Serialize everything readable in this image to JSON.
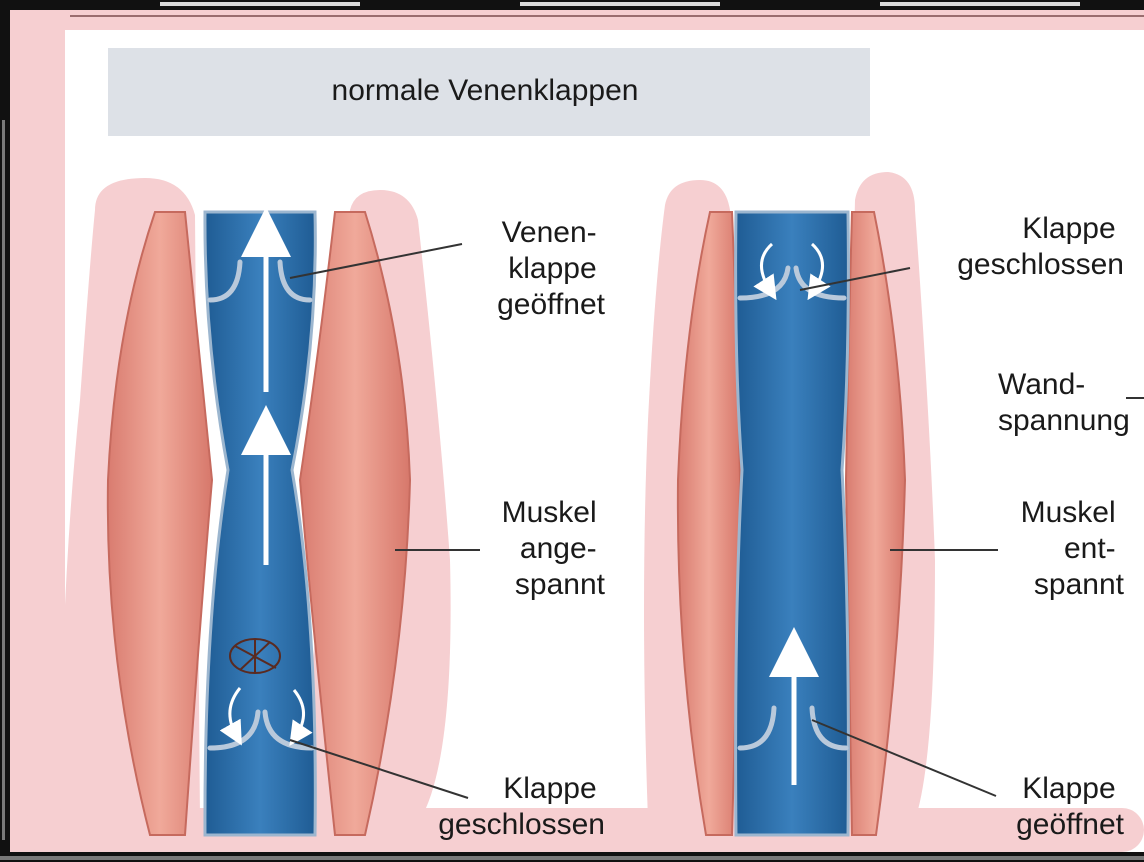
{
  "title": "normale Venenklappen",
  "colors": {
    "frame": "#111111",
    "paper": "#ffffff",
    "banner": "#dde1e7",
    "pink_halo": "#f6cfd1",
    "muscle": "#e9988a",
    "vein": "#2d6fa8",
    "valve": "#b9c9db",
    "arrow": "#ffffff"
  },
  "left": {
    "label_valve_top": [
      "Venen-",
      "klappe",
      "geöffnet"
    ],
    "label_muscle": [
      "Muskel",
      "ange-",
      "spannt"
    ],
    "label_valve_bottom": [
      "Klappe",
      "geschlossen"
    ]
  },
  "right": {
    "label_valve_top": [
      "Klappe",
      "geschlossen"
    ],
    "label_wall": [
      "Wand-",
      "spannung"
    ],
    "label_muscle": [
      "Muskel",
      "ent-",
      "spannt"
    ],
    "label_valve_bottom": [
      "Klappe",
      "geöffnet"
    ]
  }
}
